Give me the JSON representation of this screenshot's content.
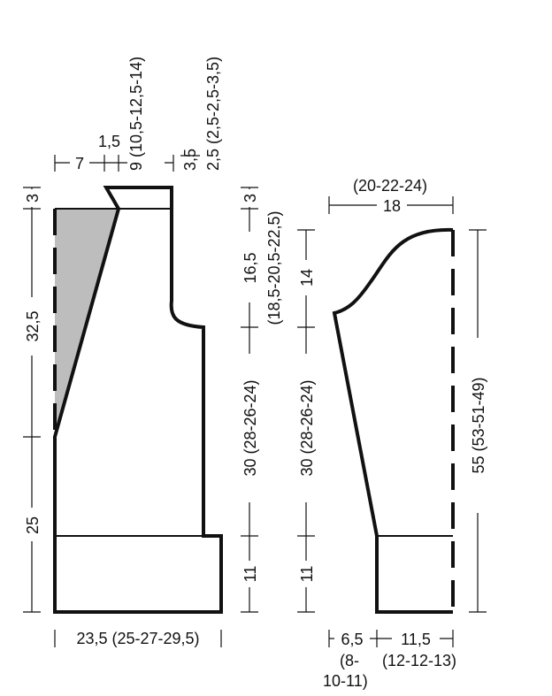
{
  "colors": {
    "line": "#111111",
    "shade": "#bdbdbd",
    "background": "#ffffff"
  },
  "body_piece": {
    "top_neck": "1,5",
    "top_shoulder_gap": "7",
    "top_neck_width": "9 (10,5-12,5-14)",
    "top_edge_small": "3,5",
    "top_edge": "2,5 (2,5-2,5-3,5)",
    "left_top": "3",
    "left_mid": "32,5",
    "left_bottom": "25",
    "right_top": "3",
    "right_armhole_a": "16,5",
    "right_armhole_b": "(18,5-20,5-22,5)",
    "right_side": "30 (28-26-24)",
    "right_rib": "11",
    "bottom_width": "23,5 (25-27-29,5)"
  },
  "sleeve_piece": {
    "top_width_alt": "(20-22-24)",
    "top_width": "18",
    "cap_height": "14",
    "side_length": "30 (28-26-24)",
    "rib_height": "11",
    "total_length": "55 (53-51-49)",
    "bottom_left": "6,5",
    "bottom_left_alt_a": "(8-",
    "bottom_left_alt_b": "10-11)",
    "bottom_right": "11,5",
    "bottom_right_alt": "(12-12-13)"
  }
}
